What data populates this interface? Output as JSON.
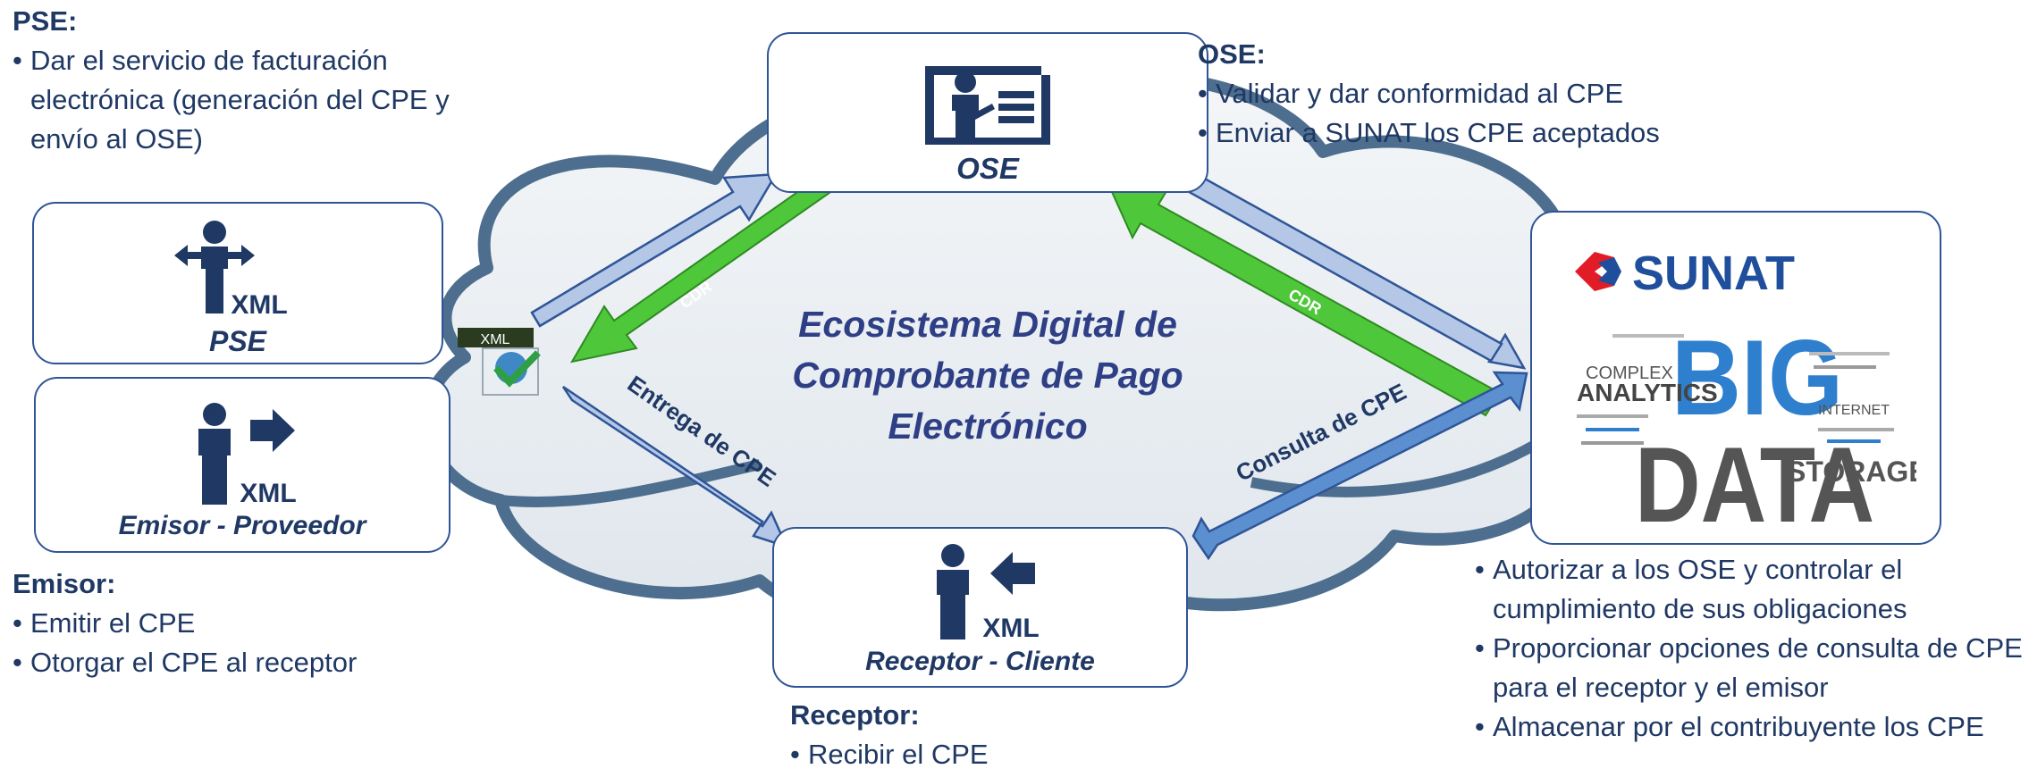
{
  "title": "Ecosistema Digital de Comprobante de Pago Electrónico",
  "nodes": {
    "pse": {
      "label": "PSE",
      "icon_text": "XML"
    },
    "ose": {
      "label": "OSE"
    },
    "emisor": {
      "label": "Emisor - Proveedor",
      "icon_text": "XML"
    },
    "receptor": {
      "label": "Receptor - Cliente",
      "icon_text": "XML"
    },
    "sunat": {
      "brand": "SUNAT",
      "image_words": [
        "BIG",
        "DATA",
        "ANALYTICS",
        "STORAGE",
        "COMPLEX",
        "INTERNET"
      ]
    },
    "xml_doc": {
      "tag": "XML"
    }
  },
  "edges": {
    "cdr_left": "CDR",
    "cdr_right": "CDR",
    "entrega": "Entrega de CPE",
    "consulta": "Consulta de CPE"
  },
  "descriptions": {
    "pse": {
      "heading": "PSE:",
      "items": [
        "Dar el servicio de facturación electrónica (generación del CPE y envío al OSE)"
      ]
    },
    "ose": {
      "heading": "OSE:",
      "items": [
        "Validar y dar conformidad al  CPE",
        " Enviar a SUNAT los CPE aceptados"
      ]
    },
    "emisor": {
      "heading": "Emisor:",
      "items": [
        "Emitir el CPE",
        "Otorgar el CPE al receptor"
      ]
    },
    "receptor": {
      "heading": "Receptor:",
      "items": [
        "Recibir el CPE"
      ]
    },
    "sunat": {
      "items": [
        "Autorizar a los OSE y controlar el cumplimiento de sus obligaciones",
        "Proporcionar opciones de consulta de CPE para el receptor y el  emisor",
        "Almacenar por el contribuyente los CPE"
      ]
    }
  },
  "colors": {
    "navy": "#1f3864",
    "border": "#2f5597",
    "light_arrow": "#b4c7e7",
    "green_arrow": "#4fc73a",
    "blue_arrow": "#5b8fd0",
    "cloud": "#dde4ea",
    "sunat_red": "#e21c26",
    "sunat_blue": "#1f4e9c"
  },
  "bullet": "•"
}
